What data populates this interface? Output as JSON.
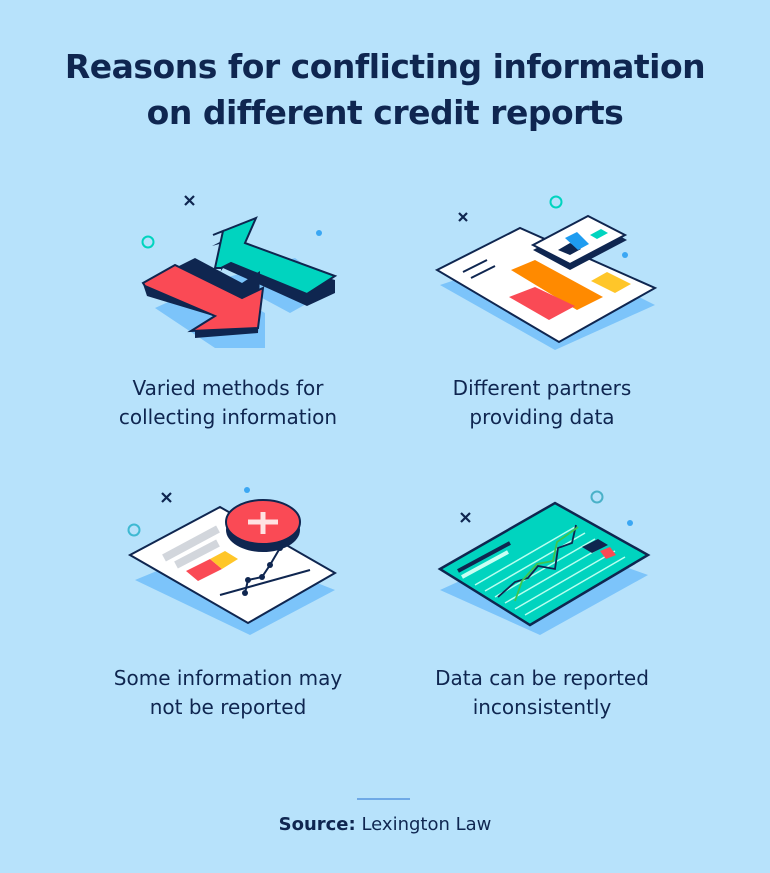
{
  "title": {
    "line1": "Reasons for conflicting information",
    "line2": "on different credit reports"
  },
  "items": [
    {
      "caption_line1": "Varied methods for",
      "caption_line2": "collecting information",
      "icon": "opposing-arrows-icon"
    },
    {
      "caption_line1": "Different partners",
      "caption_line2": "providing data",
      "icon": "bar-chart-documents-icon"
    },
    {
      "caption_line1": "Some information may",
      "caption_line2": "not be reported",
      "icon": "document-with-plus-badge-icon"
    },
    {
      "caption_line1": "Data can be reported",
      "caption_line2": "inconsistently",
      "icon": "teal-line-chart-card-icon"
    }
  ],
  "source": {
    "label": "Source:",
    "value": "Lexington Law"
  },
  "colors": {
    "background": "#b7e2fb",
    "navy": "#0f2650",
    "teal": "#00d4bf",
    "red": "#fa4a55",
    "orange": "#ff8a00",
    "yellow": "#ffc629",
    "blue": "#1e9cf0",
    "shadow": "#7cc4fa"
  }
}
